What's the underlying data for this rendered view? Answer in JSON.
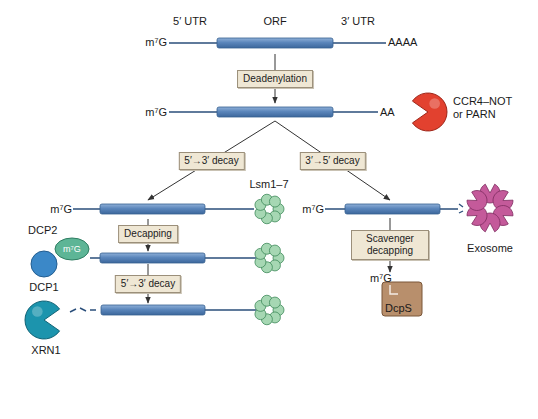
{
  "diagram": {
    "nodes": [
      {
        "text": [
          "5′ UTR",
          "ORF",
          "3′ UTR",
          "m⁷G",
          "AAAA"
        ]
      },
      {
        "text": [
          "m⁷G",
          "AA"
        ]
      },
      {
        "text": [
          "CCR4–NOT or PARN"
        ]
      },
      {
        "text": [
          "Lsm1–7"
        ]
      },
      {
        "text": [
          "m⁷G"
        ]
      },
      {
        "text": [
          "m⁷G"
        ]
      },
      {
        "text": [
          "Exosome"
        ]
      },
      {
        "text": [
          "DCP2",
          "m⁷G"
        ]
      },
      {
        "text": [
          "DCP1"
        ]
      },
      {
        "text": [
          "m⁷G",
          "DcpS"
        ]
      },
      {
        "text": [
          "XRN1"
        ]
      }
    ],
    "edges": [
      {
        "from": 0,
        "to": 1,
        "arrow": "to",
        "label": "Deadenylation"
      },
      {
        "from": 1,
        "to": 4,
        "arrow": "to",
        "label": "5′→3′ decay"
      },
      {
        "from": 1,
        "to": 5,
        "arrow": "to",
        "label": "3′→5′ decay"
      },
      {
        "from": 5,
        "to": 9,
        "arrow": "to",
        "label": "Scavenger decapping"
      }
    ],
    "labels": [
      "Decapping",
      "5′→3′ decay"
    ]
  }
}
